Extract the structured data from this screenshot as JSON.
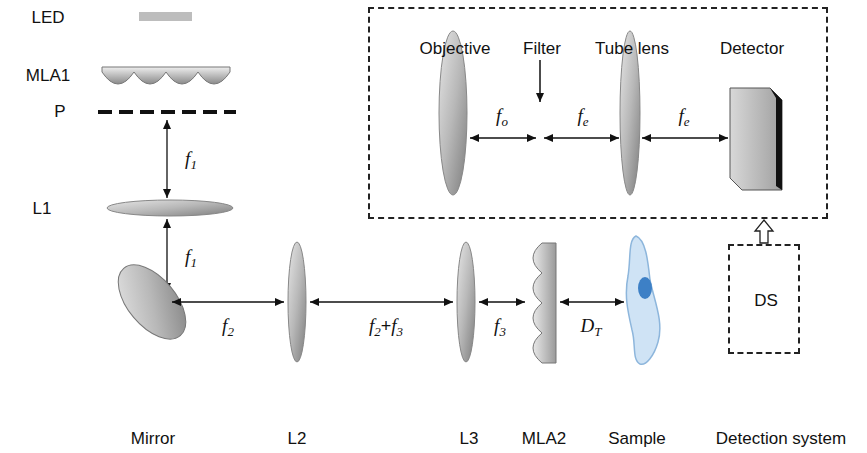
{
  "diagram": {
    "nodes": [
      {
        "text": [
          "Objective",
          "Filter",
          "Tube lens",
          "Detector"
        ]
      },
      {
        "text": [
          "DS"
        ]
      }
    ],
    "edges": [
      {
        "from": 1,
        "to": 0,
        "arrow": "to"
      }
    ],
    "labels": [
      "LED",
      "MLA1",
      "P",
      "L1",
      "f1",
      "f1",
      "Mirror",
      "L2",
      "f2",
      "f2+f3",
      "L3",
      "f3",
      "MLA2",
      "DT",
      "Sample",
      "Detection system",
      "fo",
      "fe",
      "fe"
    ]
  }
}
